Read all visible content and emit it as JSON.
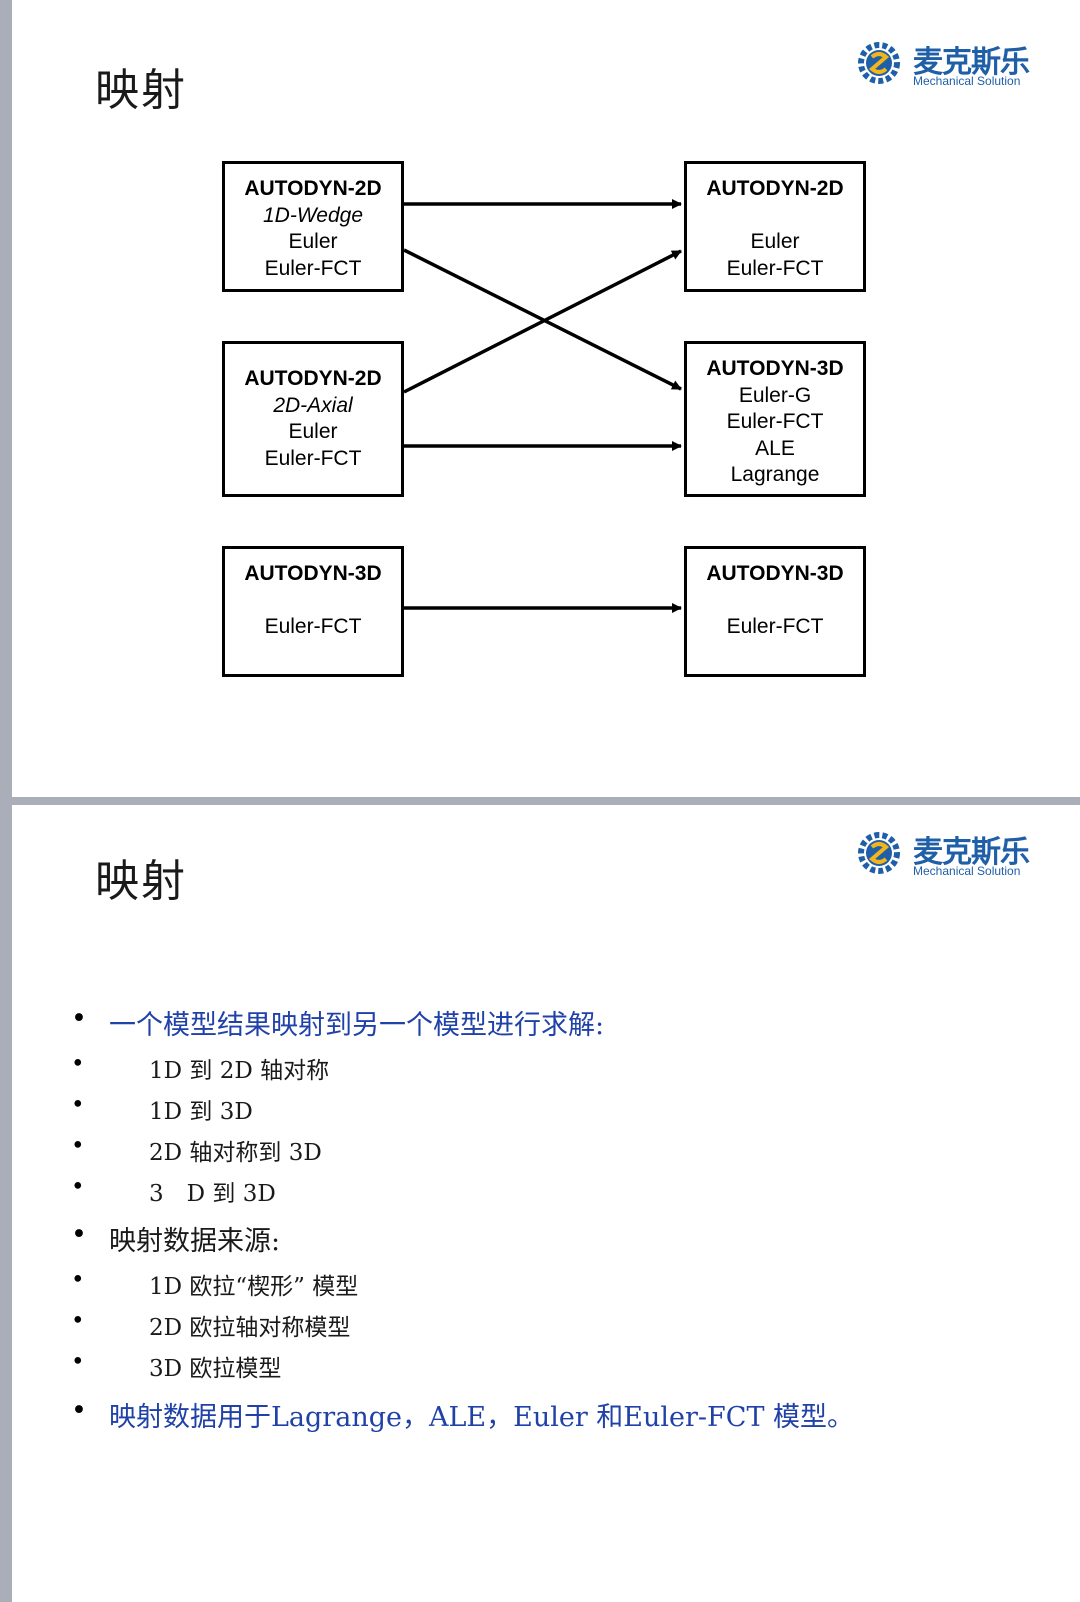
{
  "slide1": {
    "title": "映射",
    "logo": {
      "cn": "麦克斯乐",
      "en": "Mechanical Solution"
    },
    "left_boxes": [
      {
        "title": "AUTODYN-2D",
        "line1": "1D-Wedge",
        "line2": "Euler",
        "line3": "Euler-FCT",
        "line4": ""
      },
      {
        "title": "AUTODYN-2D",
        "line1": "2D-Axial",
        "line2": "Euler",
        "line3": "Euler-FCT",
        "line4": ""
      },
      {
        "title": "AUTODYN-3D",
        "line1": "",
        "line2": "Euler-FCT",
        "line3": "",
        "line4": ""
      }
    ],
    "right_boxes": [
      {
        "title": "AUTODYN-2D",
        "line1": "",
        "line2": "Euler",
        "line3": "Euler-FCT",
        "line4": ""
      },
      {
        "title": "AUTODYN-3D",
        "line1": "Euler-G",
        "line2": "Euler-FCT",
        "line3": "ALE",
        "line4": "Lagrange"
      },
      {
        "title": "AUTODYN-3D",
        "line1": "",
        "line2": "Euler-FCT",
        "line3": "",
        "line4": ""
      }
    ]
  },
  "slide2": {
    "title": "映射",
    "logo": {
      "cn": "麦克斯乐",
      "en": "Mechanical Solution"
    },
    "bullets": [
      {
        "level": 1,
        "text": "一个模型结果映射到另一个模型进行求解:"
      },
      {
        "level": 2,
        "text": "1D 到 2D 轴对称"
      },
      {
        "level": 2,
        "text": "1D 到 3D"
      },
      {
        "level": 2,
        "text": "2D 轴对称到 3D"
      },
      {
        "level": 2,
        "text": "3　D 到 3D"
      },
      {
        "level": 1,
        "text": "映射数据来源:"
      },
      {
        "level": 2,
        "text": "1D 欧拉“楔形” 模型"
      },
      {
        "level": 2,
        "text": "2D 欧拉轴对称模型"
      },
      {
        "level": 2,
        "text": "3D 欧拉模型"
      },
      {
        "level": 1,
        "text": "映射数据用于Lagrange，ALE，Euler 和Euler-FCT 模型。"
      }
    ],
    "bullet_symbol": "•"
  },
  "colors": {
    "accent_blue": "#2042a8",
    "logo_blue": "#1f5fa8",
    "divider_gray": "#a9aeb8"
  }
}
